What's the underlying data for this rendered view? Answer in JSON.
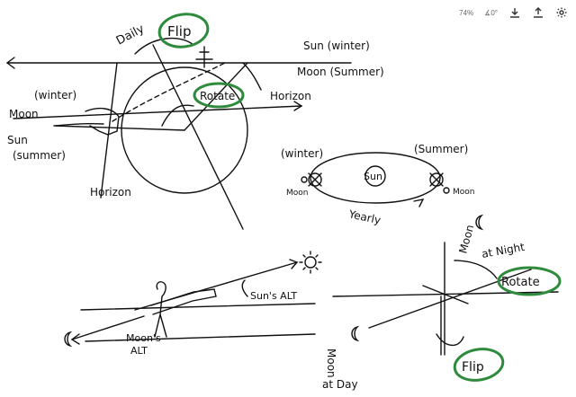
{
  "toolbar": {
    "zoom": "74%",
    "rotation": "∡0°",
    "download_icon": "download-icon",
    "share_icon": "share-icon",
    "settings_icon": "gear-icon"
  },
  "colors": {
    "ink": "#111111",
    "highlight": "#2e8b3c"
  },
  "top_diagram": {
    "daily": "Daily",
    "flip": "Flip",
    "sun_winter": "Sun (winter)",
    "moon_summer": "Moon (Summer)",
    "rotate": "Rotate",
    "horizon_right": "Horizon",
    "winter": "(winter)",
    "moon": "Moon",
    "sun": "Sun",
    "summer": "(summer)",
    "horizon_bottom": "Horizon"
  },
  "orbit_diagram": {
    "winter": "(winter)",
    "summer": "(Summer)",
    "moon_left": "Moon",
    "moon_right": "Moon",
    "sun": "Sun",
    "yearly": "Yearly"
  },
  "person_diagram": {
    "suns_alt": "Sun's ALT",
    "moons_alt_1": "Moon's",
    "moons_alt_2": "ALT"
  },
  "axes_diagram": {
    "moon_at_night_1": "Moon",
    "moon_at_night_2": "at Night",
    "rotate": "Rotate",
    "moon_at_day_1": "Moon",
    "moon_at_day_2": "at Day",
    "flip": "Flip"
  }
}
